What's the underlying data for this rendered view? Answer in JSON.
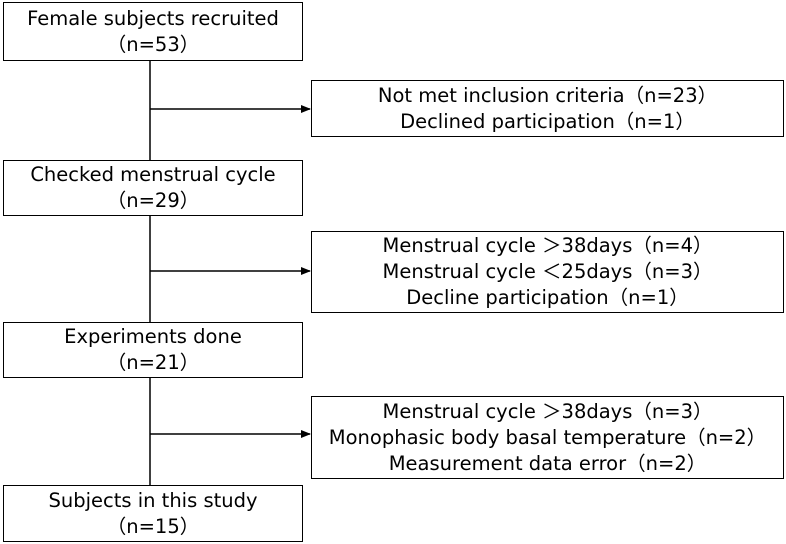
{
  "flow": {
    "boxes": [
      {
        "lines": [
          "Female subjects recruited",
          "（n=53）"
        ]
      },
      {
        "lines": [
          "Checked menstrual cycle",
          "（n=29）"
        ]
      },
      {
        "lines": [
          "Experiments done",
          "（n=21）"
        ]
      },
      {
        "lines": [
          "Subjects in this study",
          "（n=15）"
        ]
      }
    ],
    "exclusions": [
      {
        "lines": [
          "Not met inclusion criteria（n=23）",
          "Declined participation（n=1）"
        ]
      },
      {
        "lines": [
          "Menstrual cycle ＞38days（n=4）",
          "Menstrual cycle ＜25days（n=3）",
          "Decline participation（n=1）"
        ]
      },
      {
        "lines": [
          "Menstrual cycle ＞38days（n=3）",
          "Monophasic body basal temperature（n=2）",
          "Measurement data error（n=2）"
        ]
      }
    ]
  }
}
